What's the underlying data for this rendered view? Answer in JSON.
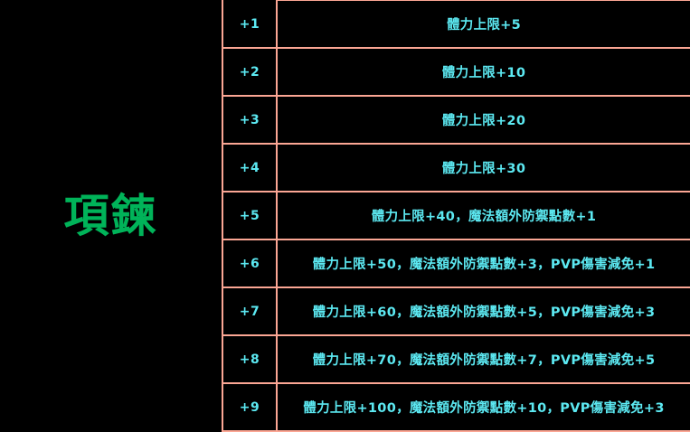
{
  "item": {
    "label": "項鍊",
    "label_color": "#00b359"
  },
  "theme": {
    "background": "#000000",
    "border_color": "#fba694",
    "text_color": "#5ce9f2"
  },
  "table": {
    "rows": [
      {
        "level": "+1",
        "effect": "體力上限+5"
      },
      {
        "level": "+2",
        "effect": "體力上限+10"
      },
      {
        "level": "+3",
        "effect": "體力上限+20"
      },
      {
        "level": "+4",
        "effect": "體力上限+30"
      },
      {
        "level": "+5",
        "effect": "體力上限+40，魔法額外防禦點數+1"
      },
      {
        "level": "+6",
        "effect": "體力上限+50，魔法額外防禦點數+3，PVP傷害減免+1"
      },
      {
        "level": "+7",
        "effect": "體力上限+60，魔法額外防禦點數+5，PVP傷害減免+3"
      },
      {
        "level": "+8",
        "effect": "體力上限+70，魔法額外防禦點數+7，PVP傷害減免+5"
      },
      {
        "level": "+9",
        "effect": "體力上限+100，魔法額外防禦點數+10，PVP傷害減免+3"
      }
    ]
  }
}
